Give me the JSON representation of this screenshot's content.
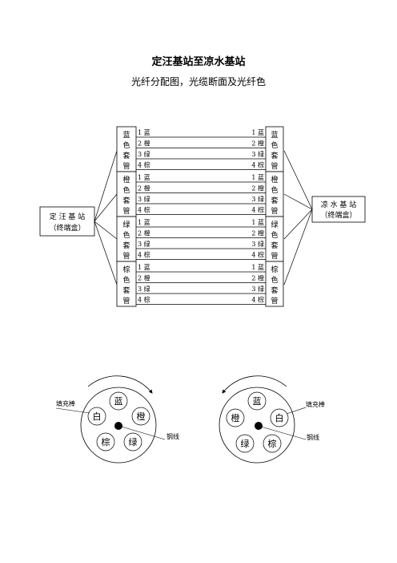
{
  "title": "定汪基站至凉水基站",
  "subtitle": "光纤分配图，光缆断面及光纤色",
  "left_station": {
    "name": "定 汪 基 站",
    "note": "（终端盒）"
  },
  "right_station": {
    "name": "凉 水 基 站",
    "note": "（终端盒）"
  },
  "tubes": [
    {
      "label": [
        "蓝",
        "色",
        "套",
        "管"
      ],
      "fibers": [
        {
          "left": "1 蓝",
          "right": "1 蓝"
        },
        {
          "left": "2 橙",
          "right": "2 橙"
        },
        {
          "left": "3 绿",
          "right": "3 绿"
        },
        {
          "left": "4 棕",
          "right": "4 棕"
        }
      ]
    },
    {
      "label": [
        "橙",
        "色",
        "套",
        "管"
      ],
      "fibers": [
        {
          "left": "1 蓝",
          "right": "1 蓝"
        },
        {
          "left": "2 橙",
          "right": "2 橙"
        },
        {
          "left": "3 绿",
          "right": "3 绿"
        },
        {
          "left": "4 棕",
          "right": "4 棕"
        }
      ]
    },
    {
      "label": [
        "绿",
        "色",
        "套",
        "管"
      ],
      "fibers": [
        {
          "left": "1 蓝",
          "right": "1 蓝"
        },
        {
          "left": "2 橙",
          "right": "2 橙"
        },
        {
          "left": "3 绿",
          "right": "3 绿"
        },
        {
          "left": "4 棕",
          "right": "4 棕"
        }
      ]
    },
    {
      "label": [
        "棕",
        "色",
        "套",
        "管"
      ],
      "fibers": [
        {
          "left": "1 蓝",
          "right": "1 蓝"
        },
        {
          "left": "2 橙",
          "right": "2 橙"
        },
        {
          "left": "3 绿",
          "right": "3 绿"
        },
        {
          "left": "4 棕",
          "right": "4 棕"
        }
      ]
    }
  ],
  "cross_sections": [
    {
      "filler_label": "填充棒",
      "wire_label": "钢线",
      "tubes": {
        "top": "蓝",
        "left": "白",
        "right": "橙",
        "bottom_left": "棕",
        "bottom_right": "绿"
      }
    },
    {
      "filler_label": "填充棒",
      "wire_label": "钢线",
      "tubes": {
        "top": "蓝",
        "left": "橙",
        "right": "白",
        "bottom_left": "绿",
        "bottom_right": "棕"
      }
    }
  ]
}
